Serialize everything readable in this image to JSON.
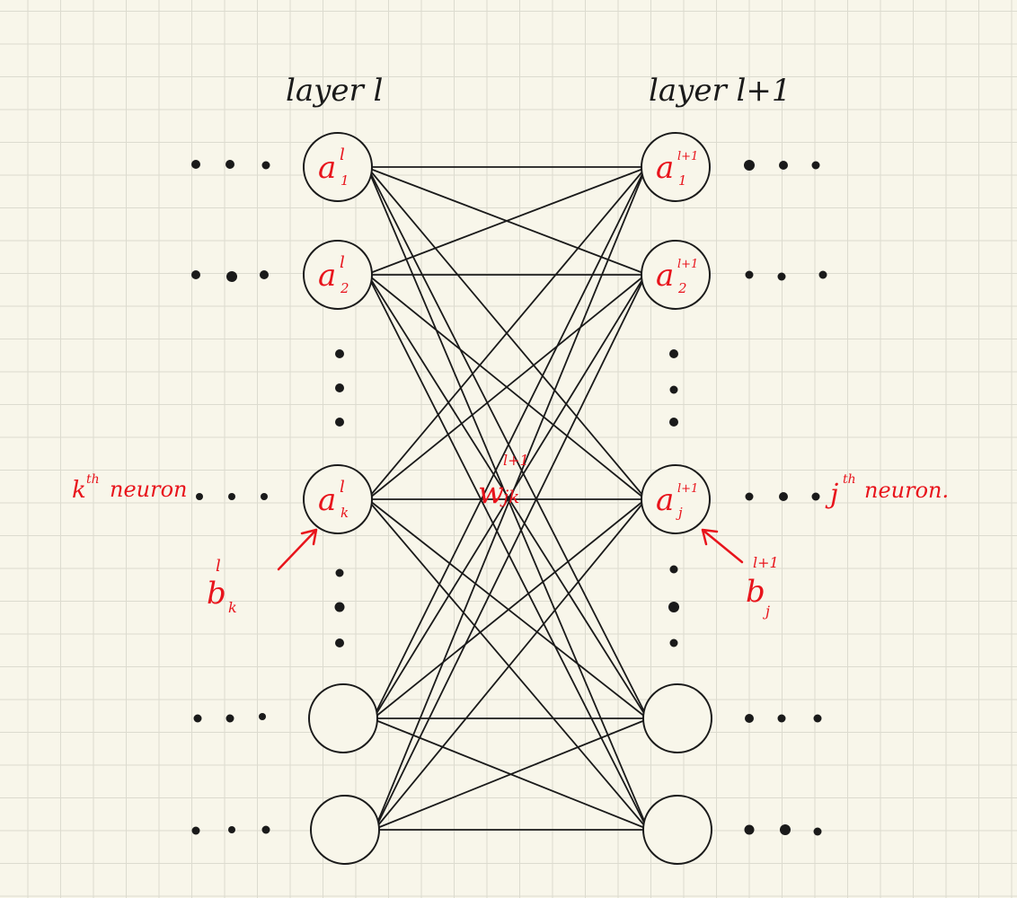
{
  "layers": {
    "left_label": "layer l",
    "right_label": "layer l+1"
  },
  "left_nodes": [
    {
      "base": "a",
      "sup": "l",
      "sub": "1"
    },
    {
      "base": "a",
      "sup": "l",
      "sub": "2"
    },
    {
      "base": "a",
      "sup": "l",
      "sub": "k"
    },
    {
      "base": "",
      "sup": "",
      "sub": ""
    },
    {
      "base": "",
      "sup": "",
      "sub": ""
    }
  ],
  "right_nodes": [
    {
      "base": "a",
      "sup": "l+1",
      "sub": "1"
    },
    {
      "base": "a",
      "sup": "l+1",
      "sub": "2"
    },
    {
      "base": "a",
      "sup": "l+1",
      "sub": "j"
    },
    {
      "base": "",
      "sup": "",
      "sub": ""
    },
    {
      "base": "",
      "sup": "",
      "sub": ""
    }
  ],
  "annotations": {
    "k_neuron": {
      "sup": "th",
      "pre": "k",
      "text": "neuron"
    },
    "j_neuron": {
      "sup": "th",
      "pre": "j",
      "text": "neuron."
    },
    "weight": {
      "base": "w",
      "sup": "l+1",
      "sub": "jk"
    },
    "bias_left": {
      "base": "b",
      "sup": "l",
      "sub": "k"
    },
    "bias_right": {
      "base": "b",
      "sup": "l+1",
      "sub": "j"
    }
  },
  "colors": {
    "ink": "#1a1a1a",
    "red": "#e8141c",
    "paper": "#f8f6ea",
    "grid": "#dcdbcf"
  }
}
